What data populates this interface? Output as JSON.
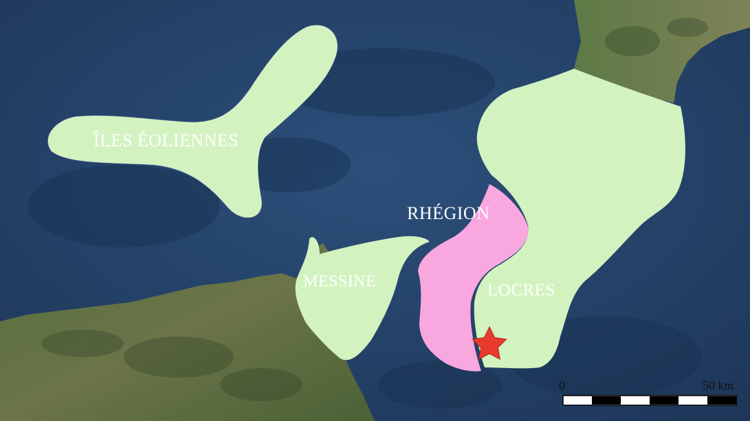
{
  "map": {
    "colors": {
      "sea_deep": "#20395f",
      "sea_mid": "#2b4d78",
      "land_green": "#4e6a3a",
      "land_olive": "#7b7d55",
      "region_green": "#d2f3c0",
      "region_pink": "#f9a7df",
      "marker": "#e83a2e",
      "label": "#ffffff"
    },
    "regions": [
      {
        "id": "iles-eoliennes",
        "label": "ÎLES ÉOLIENNES",
        "color": "#d2f3c0"
      },
      {
        "id": "messine",
        "label": "MESSINE",
        "color": "#d2f3c0"
      },
      {
        "id": "rhegion",
        "label": "RHÉGION",
        "color": "#f9a7df"
      },
      {
        "id": "locres",
        "label": "LOCRES",
        "color": "#d2f3c0"
      }
    ],
    "marker": {
      "icon": "star-icon",
      "color": "#e83a2e"
    },
    "scale_bar": {
      "start_label": "0",
      "end_label": "50 km",
      "segments": 6
    }
  }
}
